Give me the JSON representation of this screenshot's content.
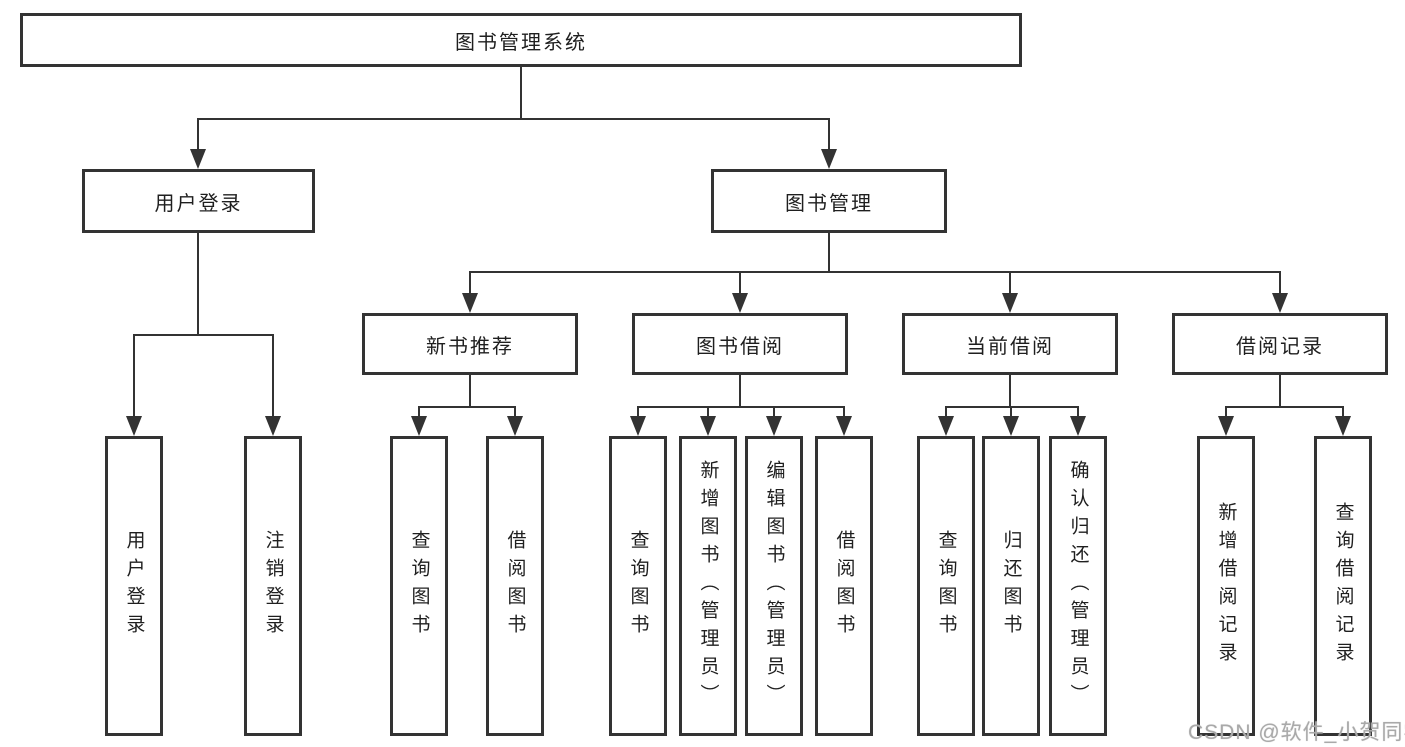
{
  "colors": {
    "line": "#333333",
    "box_border": "#333333",
    "text": "#1f1f1f",
    "background": "#ffffff",
    "watermark": "#a9a9a9"
  },
  "watermark": {
    "text": "CSDN @软件_小贺同学"
  },
  "root": {
    "label": "图书管理系统",
    "children": [
      {
        "label": "用户登录",
        "children": [
          {
            "label": "用户登录"
          },
          {
            "label": "注销登录"
          }
        ]
      },
      {
        "label": "图书管理",
        "children": [
          {
            "label": "新书推荐",
            "children": [
              {
                "label": "查询图书"
              },
              {
                "label": "借阅图书"
              }
            ]
          },
          {
            "label": "图书借阅",
            "children": [
              {
                "label": "查询图书"
              },
              {
                "label": "新增图书（管理员）"
              },
              {
                "label": "编辑图书（管理员）"
              },
              {
                "label": "借阅图书"
              }
            ]
          },
          {
            "label": "当前借阅",
            "children": [
              {
                "label": "查询图书"
              },
              {
                "label": "归还图书"
              },
              {
                "label": "确认归还（管理员）"
              }
            ]
          },
          {
            "label": "借阅记录",
            "children": [
              {
                "label": "新增借阅记录"
              },
              {
                "label": "查询借阅记录"
              }
            ]
          }
        ]
      }
    ]
  }
}
